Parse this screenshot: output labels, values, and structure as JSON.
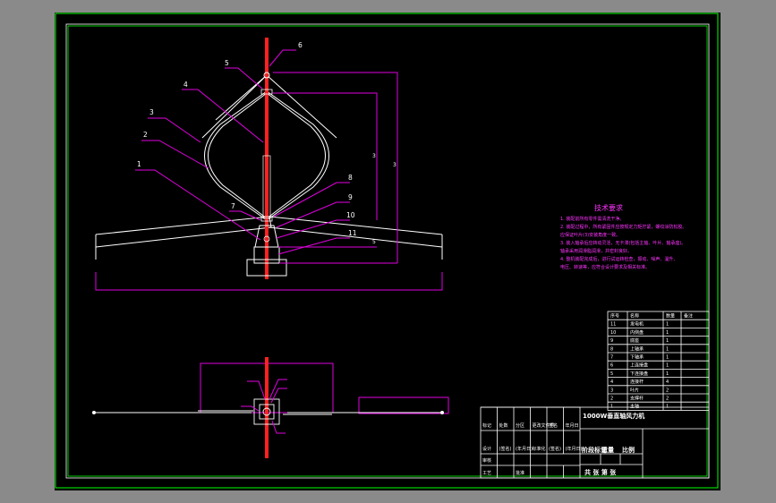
{
  "colors": {
    "background": "#000000",
    "frame": "#00ff00",
    "leader": "#e000e0",
    "shaft": "#ff2020",
    "outline": "#ffffff"
  },
  "part_labels": [
    {
      "id": "part-label-1",
      "text": "1"
    },
    {
      "id": "part-label-2",
      "text": "2"
    },
    {
      "id": "part-label-3",
      "text": "3"
    },
    {
      "id": "part-label-4",
      "text": "4"
    },
    {
      "id": "part-label-5",
      "text": "5"
    },
    {
      "id": "part-label-6",
      "text": "6"
    },
    {
      "id": "part-label-7",
      "text": "7"
    },
    {
      "id": "part-label-8",
      "text": "8"
    },
    {
      "id": "part-label-9",
      "text": "9"
    },
    {
      "id": "part-label-10",
      "text": "10"
    },
    {
      "id": "part-label-11",
      "text": "11"
    }
  ],
  "dimensions": {
    "right_1": "3",
    "right_2": "3",
    "right_3": "5"
  },
  "tech_notes": {
    "title": "技术要求",
    "lines": [
      "1. 装配前所有零件需清洗干净。",
      "2. 装配过程中，所有紧固件应按规定力矩拧紧，螺纹涂防松胶。",
      "   应保证叶片(3)安装角度一致。",
      "3. 装入轴承后应转动灵活，无卡滞(包括主轴、叶片、轴承座)。",
      "   轴承采用润滑脂润滑，并密封良好。",
      "4. 整机装配完成后，进行试运转检查，振动、噪声、温升、",
      "   电压、转速等，应符合设计要求及相关标准。"
    ]
  },
  "parts_table": {
    "headers": [
      "序号",
      "名称",
      "数量",
      "备注"
    ],
    "rows": [
      [
        "11",
        "发电机",
        "1",
        ""
      ],
      [
        "10",
        "内侧盘",
        "1",
        ""
      ],
      [
        "9",
        "底座",
        "1",
        ""
      ],
      [
        "8",
        "上轴承",
        "1",
        ""
      ],
      [
        "7",
        "下轴承",
        "1",
        ""
      ],
      [
        "6",
        "上连接盘",
        "1",
        ""
      ],
      [
        "5",
        "下连接盘",
        "1",
        ""
      ],
      [
        "4",
        "连接杆",
        "4",
        ""
      ],
      [
        "3",
        "叶片",
        "2",
        ""
      ],
      [
        "2",
        "支撑杆",
        "2",
        ""
      ],
      [
        "1",
        "主轴",
        "1",
        ""
      ]
    ]
  },
  "title_block": {
    "drawing_title": "1000W垂直轴风力机",
    "row1": [
      "标记",
      "处数",
      "分区",
      "更改文件号",
      "签名",
      "年月日"
    ],
    "row2": [
      "设计",
      "(签名)",
      "(年月日)",
      "标准化",
      "(签名)",
      "(年月日)"
    ],
    "row3": [
      "审核",
      "",
      "",
      "",
      ""
    ],
    "row4": [
      "工艺",
      "",
      "批准",
      "",
      "",
      ""
    ],
    "stage_label": "阶段标记",
    "weight_label": "重量",
    "scale_label": "比例",
    "sheet_label": "共 张 第 张"
  }
}
